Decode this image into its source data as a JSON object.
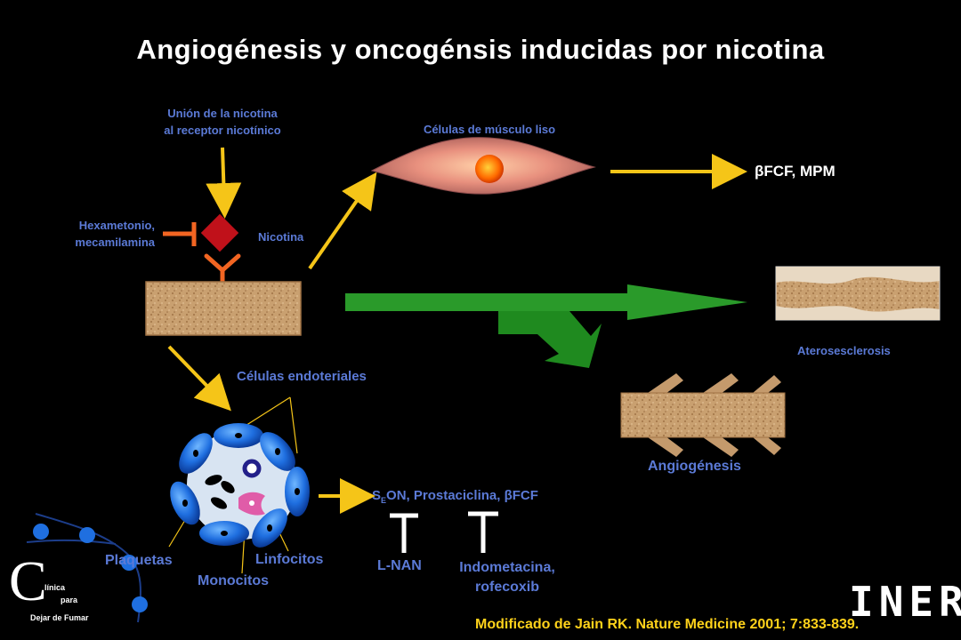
{
  "title": "Angiogénesis y oncogénsis inducidas por nicotina",
  "labels": {
    "union_line1": "Unión de la nicotina",
    "union_line2": "al receptor nicotínico",
    "musculo": "Células de músculo liso",
    "bfcf": "βFCF, MPM",
    "hexa_line1": "Hexametonio,",
    "hexa_line2": "mecamilamina",
    "nicotina": "Nicotina",
    "atero": "Aterosesclerosis",
    "endoteliales": "Células endoteriales",
    "angio": "Angiogénesis",
    "seon_s": "S",
    "seon_sub": "E",
    "seon_rest": "ON, Prostaciclina, βFCF",
    "lnan": "L-NAN",
    "indo_line1": "Indometacina,",
    "indo_line2": "rofecoxib",
    "plaquetas": "Plaquetas",
    "linfocitos": "Linfocitos",
    "monocitos": "Monocitos"
  },
  "citation": "Modificado de Jain RK. Nature Medicine 2001; 7:833-839.",
  "logo": {
    "letter": "C",
    "line1": "línica",
    "line2": "para",
    "line3": "Dejar de Fumar",
    "iner": "INER"
  },
  "colors": {
    "background": "#000000",
    "label_blue": "#5b7ad6",
    "arrow_yellow": "#f5c518",
    "inhibitor_orange": "#f26522",
    "receptor_red": "#c0111a",
    "green_arrow": "#2a9a2a",
    "tissue": "#c49a6c",
    "endothelial_blue": "#1f6fe0",
    "citation_yellow": "#ffd21a"
  }
}
